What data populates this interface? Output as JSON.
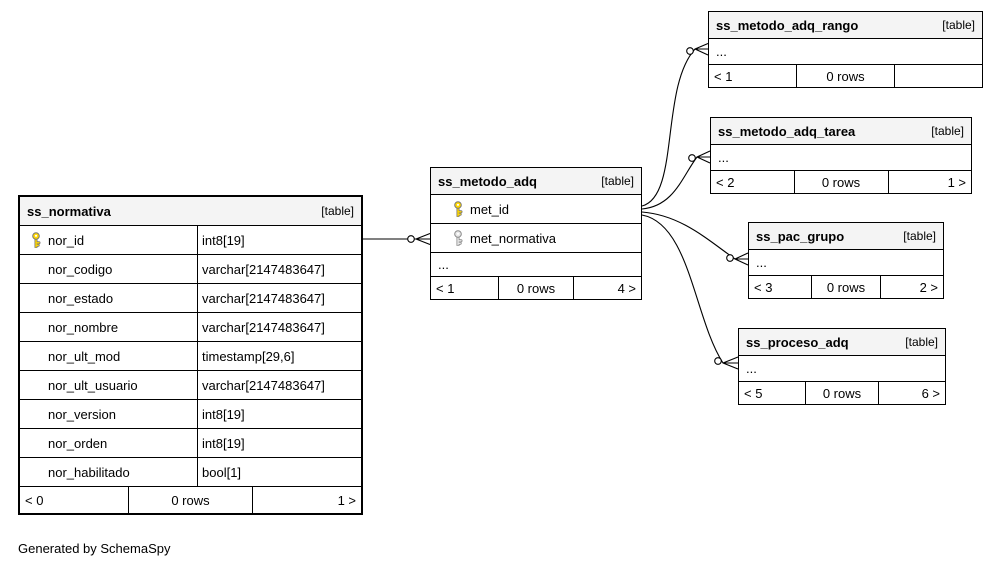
{
  "footer_note": "Generated by SchemaSpy",
  "colors": {
    "header_bg": "#f4f4f4",
    "line": "#000000",
    "pk_key_fill": "#ffd700",
    "fk_key_fill": "#e8e8e8"
  },
  "tables": {
    "normativa": {
      "title": "ss_normativa",
      "tag": "[table]",
      "columns": [
        {
          "name": "nor_id",
          "type": "int8[19]"
        },
        {
          "name": "nor_codigo",
          "type": "varchar[2147483647]"
        },
        {
          "name": "nor_estado",
          "type": "varchar[2147483647]"
        },
        {
          "name": "nor_nombre",
          "type": "varchar[2147483647]"
        },
        {
          "name": "nor_ult_mod",
          "type": "timestamp[29,6]"
        },
        {
          "name": "nor_ult_usuario",
          "type": "varchar[2147483647]"
        },
        {
          "name": "nor_version",
          "type": "int8[19]"
        },
        {
          "name": "nor_orden",
          "type": "int8[19]"
        },
        {
          "name": "nor_habilitado",
          "type": "bool[1]"
        }
      ],
      "footer": {
        "prev": "< 0",
        "rows": "0 rows",
        "next": "1 >"
      }
    },
    "metodo_adq": {
      "title": "ss_metodo_adq",
      "tag": "[table]",
      "columns": [
        {
          "name": "met_id"
        },
        {
          "name": "met_normativa"
        }
      ],
      "ellipsis": "...",
      "footer": {
        "prev": "< 1",
        "rows": "0 rows",
        "next": "4 >"
      }
    },
    "metodo_adq_rango": {
      "title": "ss_metodo_adq_rango",
      "tag": "[table]",
      "ellipsis": "...",
      "footer": {
        "prev": "< 1",
        "rows": "0 rows",
        "next": ""
      }
    },
    "metodo_adq_tarea": {
      "title": "ss_metodo_adq_tarea",
      "tag": "[table]",
      "ellipsis": "...",
      "footer": {
        "prev": "< 2",
        "rows": "0 rows",
        "next": "1 >"
      }
    },
    "pac_grupo": {
      "title": "ss_pac_grupo",
      "tag": "[table]",
      "ellipsis": "...",
      "footer": {
        "prev": "< 3",
        "rows": "0 rows",
        "next": "2 >"
      }
    },
    "proceso_adq": {
      "title": "ss_proceso_adq",
      "tag": "[table]",
      "ellipsis": "...",
      "footer": {
        "prev": "< 5",
        "rows": "0 rows",
        "next": "6 >"
      }
    }
  }
}
